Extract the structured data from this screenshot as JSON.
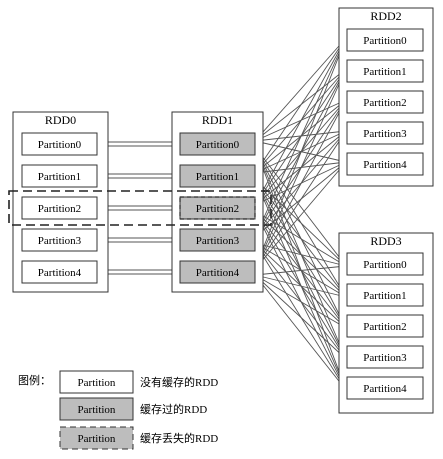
{
  "rdds": [
    {
      "title": "RDD0",
      "partitions": [
        "Partition0",
        "Partition1",
        "Partition2",
        "Partition3",
        "Partition4"
      ],
      "state": "not-cached"
    },
    {
      "title": "RDD1",
      "partitions": [
        "Partition0",
        "Partition1",
        "Partition2",
        "Partition3",
        "Partition4"
      ],
      "state": "cached",
      "lost_index": 2
    },
    {
      "title": "RDD2",
      "partitions": [
        "Partition0",
        "Partition1",
        "Partition2",
        "Partition3",
        "Partition4"
      ],
      "state": "not-cached"
    },
    {
      "title": "RDD3",
      "partitions": [
        "Partition0",
        "Partition1",
        "Partition2",
        "Partition3",
        "Partition4"
      ],
      "state": "not-cached"
    }
  ],
  "legend": {
    "heading": "图例：",
    "items": [
      {
        "box_label": "Partition",
        "description": "没有缓存的RDD",
        "style": "plain"
      },
      {
        "box_label": "Partition",
        "description": "缓存过的RDD",
        "style": "cached"
      },
      {
        "box_label": "Partition",
        "description": "缓存丢失的RDD",
        "style": "lost"
      }
    ]
  },
  "colors": {
    "cached_fill": "#bdbdbd",
    "plain_fill": "#ffffff",
    "stroke": "#333333",
    "arrow": "#555555"
  }
}
